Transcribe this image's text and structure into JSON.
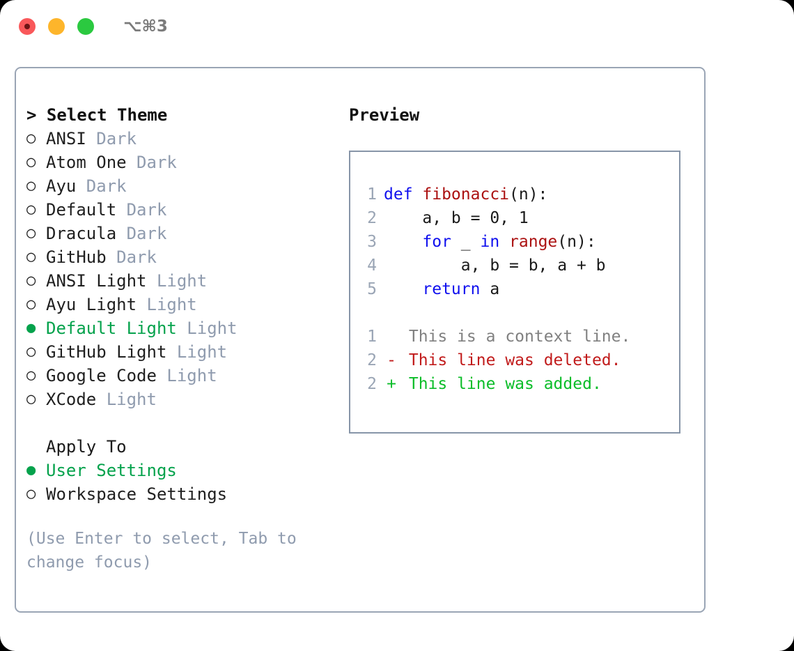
{
  "titlebar": {
    "shortcut": "⌥⌘3",
    "lights": [
      {
        "name": "close",
        "color": "#f9585a"
      },
      {
        "name": "minimize",
        "color": "#fdb52b"
      },
      {
        "name": "maximize",
        "color": "#2bc940"
      }
    ]
  },
  "colors": {
    "accent_green": "#05a24c",
    "muted": "#8f9bae",
    "border": "#9aa5b5",
    "preview_border": "#8795a8",
    "keyword": "#1010ee",
    "function": "#ab1111",
    "diff_added": "#0bbd29",
    "diff_deleted": "#c11b1b",
    "diff_context": "#808080"
  },
  "theme_section": {
    "header": "> Select Theme",
    "markers": {
      "selected": "●",
      "unselected": "○"
    },
    "items": [
      {
        "marker": "○",
        "label": "ANSI",
        "suffix": "Dark",
        "selected": false
      },
      {
        "marker": "○",
        "label": "Atom One",
        "suffix": "Dark",
        "selected": false
      },
      {
        "marker": "○",
        "label": "Ayu",
        "suffix": "Dark",
        "selected": false
      },
      {
        "marker": "○",
        "label": "Default",
        "suffix": "Dark",
        "selected": false
      },
      {
        "marker": "○",
        "label": "Dracula",
        "suffix": "Dark",
        "selected": false
      },
      {
        "marker": "○",
        "label": "GitHub",
        "suffix": "Dark",
        "selected": false
      },
      {
        "marker": "○",
        "label": "ANSI Light",
        "suffix": "Light",
        "selected": false
      },
      {
        "marker": "○",
        "label": "Ayu Light",
        "suffix": "Light",
        "selected": false
      },
      {
        "marker": "●",
        "label": "Default Light",
        "suffix": "Light",
        "selected": true
      },
      {
        "marker": "○",
        "label": "GitHub Light",
        "suffix": "Light",
        "selected": false
      },
      {
        "marker": "○",
        "label": "Google Code",
        "suffix": "Light",
        "selected": false
      },
      {
        "marker": "○",
        "label": "XCode",
        "suffix": "Light",
        "selected": false
      }
    ]
  },
  "apply_section": {
    "header": "Apply To",
    "items": [
      {
        "marker": "●",
        "label": "User Settings",
        "suffix": "",
        "selected": true
      },
      {
        "marker": "○",
        "label": "Workspace Settings",
        "suffix": "",
        "selected": false
      }
    ]
  },
  "hint": "(Use Enter to select, Tab to change focus)",
  "preview": {
    "title": "Preview",
    "code_lines": [
      {
        "lineno": "1",
        "tokens": [
          {
            "text": "def ",
            "type": "keyword"
          },
          {
            "text": "fibonacci",
            "type": "function"
          },
          {
            "text": "(n):",
            "type": "plain"
          }
        ]
      },
      {
        "lineno": "2",
        "tokens": [
          {
            "text": "    a, b = 0, 1",
            "type": "plain"
          }
        ]
      },
      {
        "lineno": "3",
        "tokens": [
          {
            "text": "    ",
            "type": "plain"
          },
          {
            "text": "for",
            "type": "keyword"
          },
          {
            "text": " _ ",
            "type": "plain"
          },
          {
            "text": "in",
            "type": "keyword"
          },
          {
            "text": " ",
            "type": "plain"
          },
          {
            "text": "range",
            "type": "function"
          },
          {
            "text": "(n):",
            "type": "plain"
          }
        ]
      },
      {
        "lineno": "4",
        "tokens": [
          {
            "text": "        a, b = b, a + b",
            "type": "plain"
          }
        ]
      },
      {
        "lineno": "5",
        "tokens": [
          {
            "text": "    ",
            "type": "plain"
          },
          {
            "text": "return",
            "type": "keyword"
          },
          {
            "text": " a",
            "type": "plain"
          }
        ]
      }
    ],
    "diff_lines": [
      {
        "lineno": "1",
        "mark": " ",
        "text": "This is a context line.",
        "type": "context"
      },
      {
        "lineno": "2",
        "mark": "-",
        "text": "This line was deleted.",
        "type": "deleted"
      },
      {
        "lineno": "2",
        "mark": "+",
        "text": "This line was added.",
        "type": "added"
      }
    ]
  }
}
